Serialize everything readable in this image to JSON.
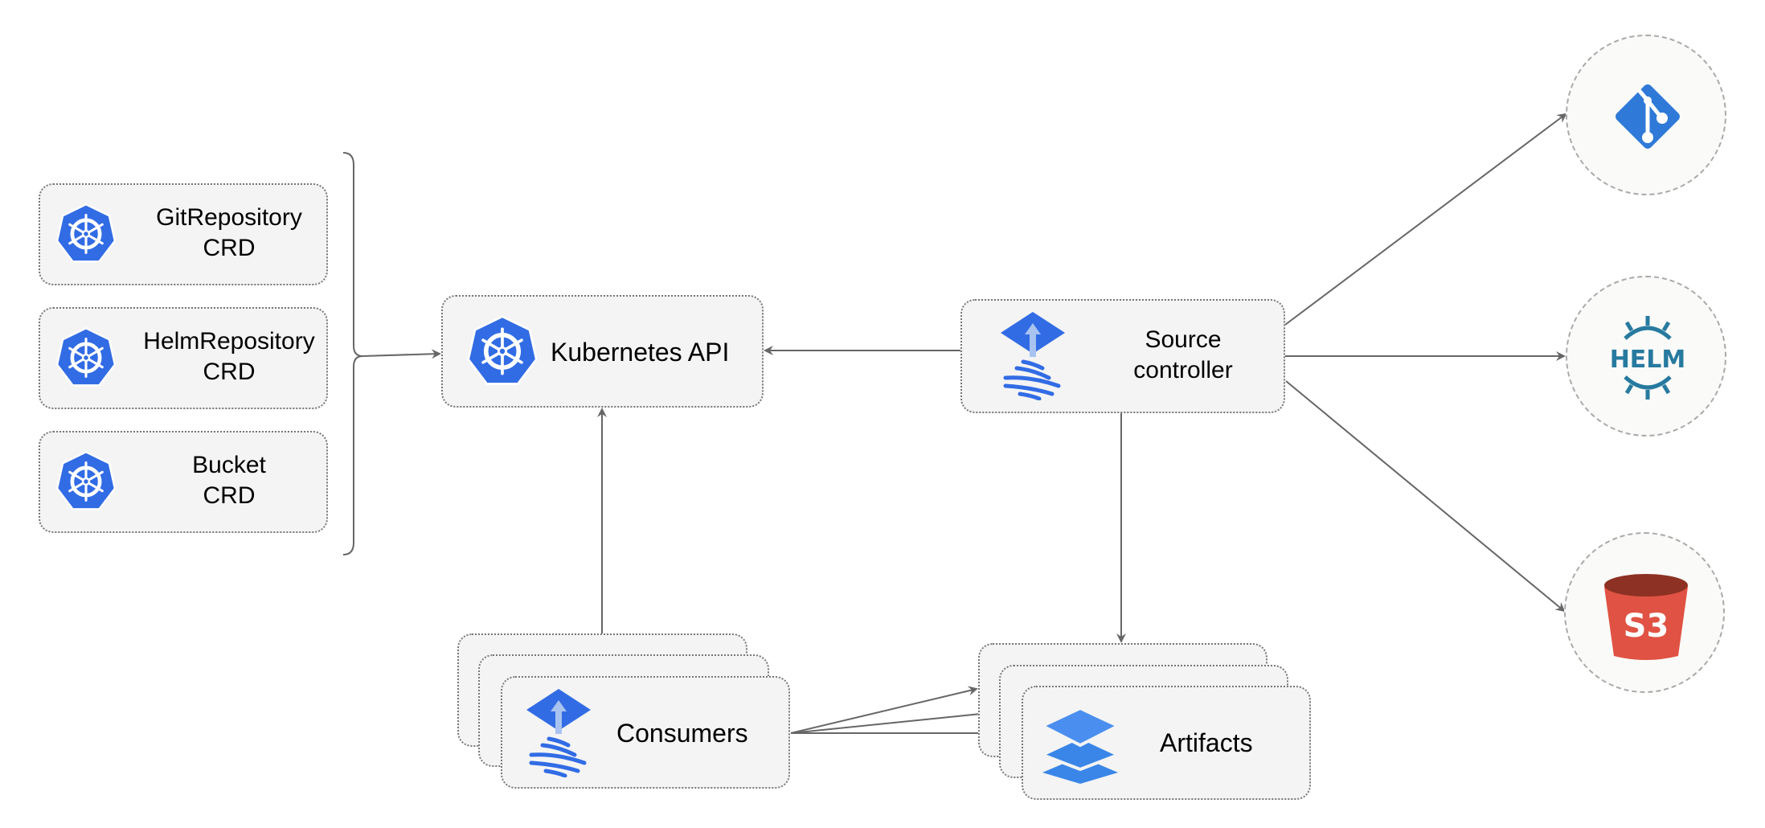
{
  "crds": [
    {
      "name": "GitRepository",
      "kind": "CRD"
    },
    {
      "name": "HelmRepository",
      "kind": "CRD"
    },
    {
      "name": "Bucket",
      "kind": "CRD"
    }
  ],
  "kubernetes_api": {
    "label": "Kubernetes API",
    "icon": "kubernetes-icon"
  },
  "source_controller": {
    "line1": "Source",
    "line2": "controller",
    "icon": "flux-icon"
  },
  "consumers": {
    "label": "Consumers",
    "icon": "flux-icon"
  },
  "artifacts": {
    "label": "Artifacts",
    "icon": "layers-icon"
  },
  "sources": [
    {
      "name": "git",
      "icon": "git-icon",
      "color": "#2f7ad8"
    },
    {
      "name": "helm",
      "label": "HELM",
      "icon": "helm-icon",
      "color": "#277a9f"
    },
    {
      "name": "s3",
      "label": "S3",
      "icon": "s3-bucket-icon",
      "color": "#e05243"
    }
  ],
  "colors": {
    "kubernetes_blue": "#326ce5",
    "edge": "#666666",
    "node_fill": "#f4f4f4"
  }
}
